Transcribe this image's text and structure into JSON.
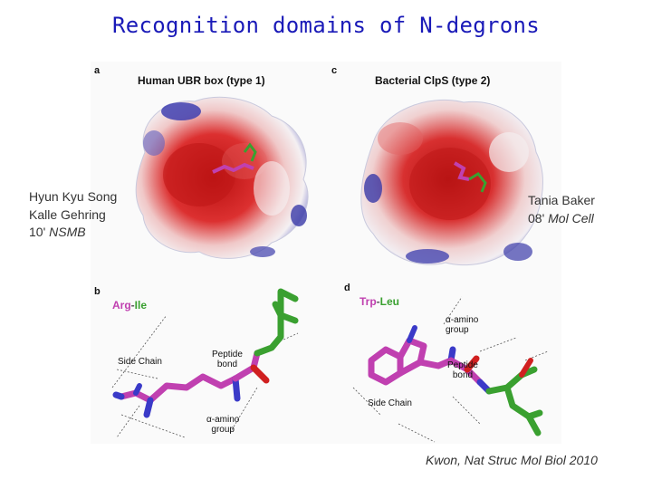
{
  "slide": {
    "title": "Recognition domains of N-degrons"
  },
  "figure": {
    "panel_a": {
      "letter": "a",
      "title": "Human UBR box (type 1)"
    },
    "panel_c": {
      "letter": "c",
      "title": "Bacterial ClpS (type 2)"
    },
    "panel_b": {
      "letter": "b",
      "residue1": "Arg",
      "dash": "-",
      "residue2": "Ile",
      "labels": {
        "side_chain": "Side Chain",
        "peptide_bond_1": "Peptide",
        "peptide_bond_2": "bond",
        "alpha_1": "α-amino",
        "alpha_2": "group"
      }
    },
    "panel_d": {
      "letter": "d",
      "residue1": "Trp",
      "dash": "-",
      "residue2": "Leu",
      "labels": {
        "side_chain": "Side Chain",
        "peptide_bond_1": "Peptide",
        "peptide_bond_2": "bond",
        "alpha_1": "α-amino",
        "alpha_2": "group"
      }
    },
    "colors": {
      "negative": "#d42020",
      "positive": "#3a3aa8",
      "neutral": "#f4eeee",
      "arg_magenta": "#c040b0",
      "ile_green": "#3aa030",
      "nitrogen": "#3a3ac8",
      "oxygen": "#d02020"
    }
  },
  "credits": {
    "left": {
      "line1": "Hyun Kyu Song",
      "line2": "Kalle Gehring",
      "year": "10'",
      "journal": "NSMB"
    },
    "right": {
      "line1": "Tania Baker",
      "year": "08'",
      "journal": "Mol Cell"
    }
  },
  "citation": "Kwon, Nat Struc Mol Biol 2010"
}
